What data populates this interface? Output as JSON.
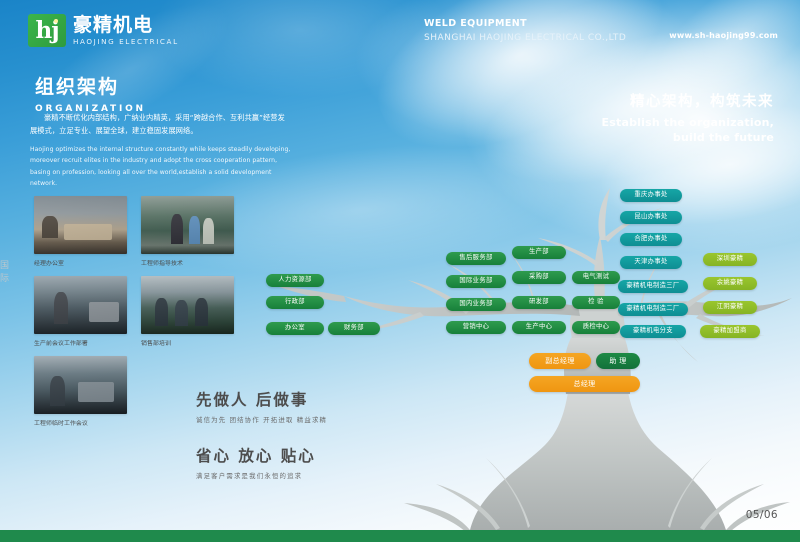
{
  "header": {
    "logo_cn": "豪精机电",
    "logo_en": "HAOJING ELECTRICAL",
    "logo_mark": "hj",
    "title_cn": "WELD EQUIPMENT",
    "company_en": "SHANGHAI HAOJING ELECTRICAL CO.,LTD",
    "website": "www.sh-haojing99.com"
  },
  "section": {
    "title_cn": "组织架构",
    "title_en": "ORGANIZATION",
    "intro_cn": "豪精不断优化内部结构，广纳业内精英，采用“跨越合作、互利共赢”经营发展模式，立足专业、展望全球，建立稳固发展网络。",
    "intro_en": "Haojing optimizes the internal structure constantly while keeps steadily developing, moreover recruit elites in the industry and adopt the cross cooperation pattern, basing on profession, looking all over the world,establish a solid development  network."
  },
  "right_title": {
    "cn": "精心架构，构筑未来",
    "en_line1": "Establish the organization,",
    "en_line2": "build the future"
  },
  "photos": [
    {
      "caption": "经理办公室"
    },
    {
      "caption": "工程师指导技术"
    },
    {
      "caption": "生产前会议工作部署"
    },
    {
      "caption": "销售部培训"
    },
    {
      "caption": "工程师临时工作会议"
    }
  ],
  "slogans": [
    {
      "big": "先做人  后做事",
      "sub": "诚信为先   团结协作   开拓进取   精益求精"
    },
    {
      "big": "省心 放心 贴心",
      "sub": "满足客户需求是我们永恒的追求"
    }
  ],
  "org_chart": {
    "root": [
      {
        "label": "总经理",
        "color": "orange"
      },
      {
        "label": "副总经理",
        "color": "orange"
      },
      {
        "label": "助 理",
        "color": "dgreen"
      }
    ],
    "admin_group": [
      {
        "label": "人力资源部",
        "color": "green"
      },
      {
        "label": "行政部",
        "color": "green"
      },
      {
        "label": "办公室",
        "color": "green"
      },
      {
        "label": "财务部",
        "color": "green"
      }
    ],
    "business_group": [
      {
        "label": "售后服务部",
        "color": "green"
      },
      {
        "label": "国际业务部",
        "color": "green"
      },
      {
        "label": "国内业务部",
        "color": "green"
      },
      {
        "label": "营销中心",
        "color": "green"
      }
    ],
    "production_group": [
      {
        "label": "生产部",
        "color": "green"
      },
      {
        "label": "采购部",
        "color": "green"
      },
      {
        "label": "研发部",
        "color": "green"
      },
      {
        "label": "生产中心",
        "color": "green"
      }
    ],
    "quality_group": [
      {
        "label": "电气测试",
        "color": "green"
      },
      {
        "label": "检 验",
        "color": "green"
      },
      {
        "label": "质检中心",
        "color": "green"
      }
    ],
    "branch_group": [
      {
        "label": "重庆办事处",
        "color": "teal"
      },
      {
        "label": "昆山办事处",
        "color": "teal"
      },
      {
        "label": "合肥办事处",
        "color": "teal"
      },
      {
        "label": "天津办事处",
        "color": "teal"
      },
      {
        "label": "豪精机电制造三厂",
        "color": "teal"
      },
      {
        "label": "豪精机电制造二厂",
        "color": "teal"
      },
      {
        "label": "豪精机电分支",
        "color": "teal"
      }
    ],
    "partner_group": [
      {
        "label": "深圳豪精",
        "color": "lime"
      },
      {
        "label": "余姚豪精",
        "color": "lime"
      },
      {
        "label": "江阴豪精",
        "color": "lime"
      },
      {
        "label": "豪精加盟商",
        "color": "lime"
      }
    ]
  },
  "footer": {
    "page_number": "05/06"
  },
  "colors": {
    "sky_blue": "#2790cf",
    "green": "#17803a",
    "teal": "#0e8e93",
    "lime": "#86b424",
    "orange": "#ef9611",
    "footer_green": "#1f8a4c"
  }
}
